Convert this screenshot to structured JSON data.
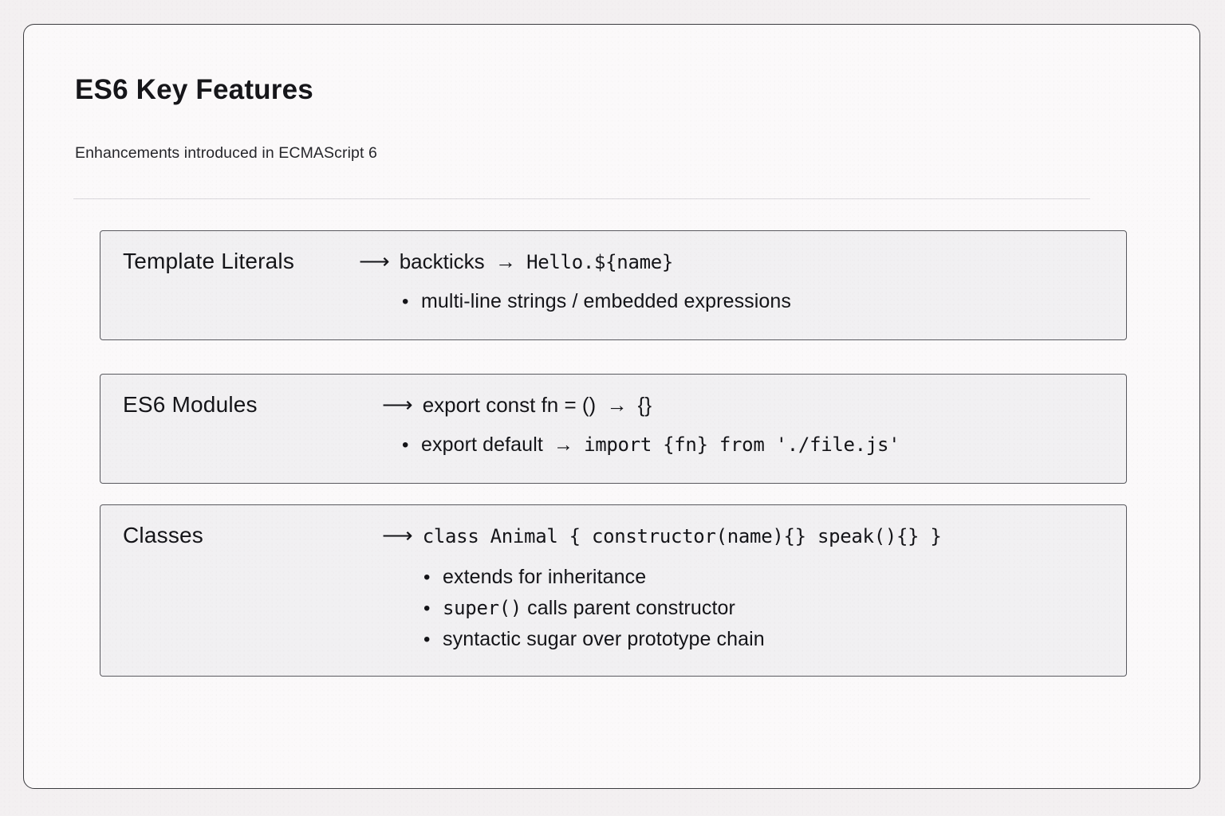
{
  "page": {
    "background_color": "#f3f0f1",
    "card_color": "#fbf9fa",
    "border_color": "#3a3a3e",
    "title": "ES6 Key Features",
    "subtitle": "Enhancements introduced in ECMAScript 6"
  },
  "features": [
    {
      "label": "Template Literals",
      "arrow": "⟶",
      "value_plain": "backticks",
      "value_arrow": "→",
      "value_mono": "Hello.${name}",
      "bullets": [
        {
          "dot": "•",
          "text": "multi-line strings / embedded expressions",
          "mono": ""
        }
      ]
    },
    {
      "label": "ES6 Modules",
      "arrow": "⟶",
      "value_plain": "export const fn = ()",
      "value_arrow": "→",
      "value_mono": "{}",
      "bullets": [
        {
          "dot": "•",
          "text": "export default",
          "arrow": "→",
          "mono": "import {fn} from './file.js'"
        }
      ]
    },
    {
      "label": "Classes",
      "arrow": "⟶",
      "value_plain": "",
      "value_arrow": "",
      "value_mono": "class Animal { constructor(name){} speak(){} }",
      "bullets": [
        {
          "dot": "•",
          "text": "extends for inheritance",
          "mono": ""
        },
        {
          "dot": "•",
          "mono": "super()",
          "text": "calls parent constructor"
        },
        {
          "dot": "•",
          "text": "syntactic sugar over prototype chain",
          "mono": ""
        }
      ]
    }
  ]
}
